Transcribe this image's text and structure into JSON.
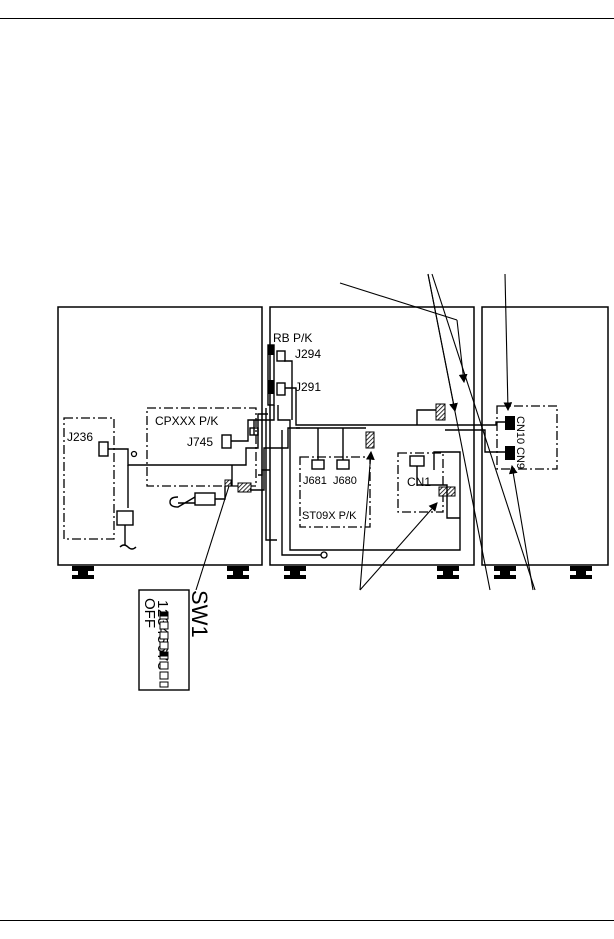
{
  "diagram": {
    "labels": {
      "rb_pk": "RB P/K",
      "j294": "J294",
      "j291": "J291",
      "cpxxx_pk": "CPXXX P/K",
      "j745": "J745",
      "j236": "J236",
      "j681": "J681",
      "j680": "J680",
      "st09x_pk": "ST09X P/K",
      "cn1": "CN1",
      "cn10": "CN10",
      "cn9": "CN9"
    },
    "sw1": {
      "title": "SW1",
      "numbers": "12345678",
      "off": "OFF"
    }
  },
  "colors": {
    "ink": "#000000",
    "paper": "#ffffff"
  }
}
